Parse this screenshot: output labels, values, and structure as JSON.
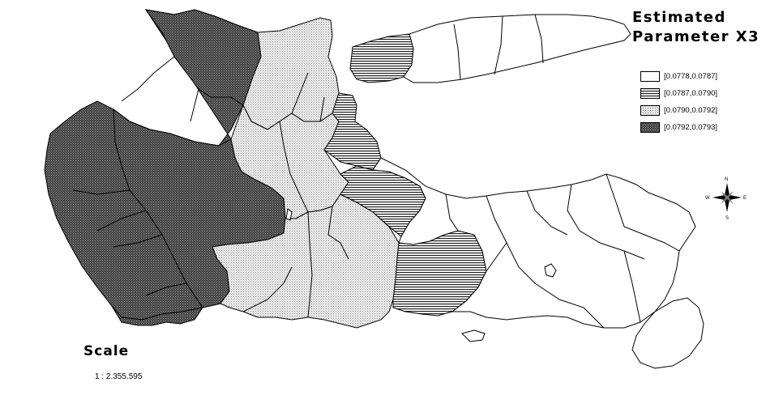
{
  "title": {
    "line1": "Estimated",
    "line2": "Parameter X3"
  },
  "legend": {
    "items": [
      {
        "label": "[0.0778,0.0787]",
        "pattern": "white"
      },
      {
        "label": "[0.0787,0.0790]",
        "pattern": "horizontal-stripes"
      },
      {
        "label": "[0.0790,0.0792]",
        "pattern": "light-dots"
      },
      {
        "label": "[0.0792,0.0793]",
        "pattern": "dark-crosshatch"
      }
    ]
  },
  "scale": {
    "title": "Scale",
    "ratio": "1 : 2.355.595"
  },
  "compass": {
    "n": "N",
    "s": "S",
    "e": "E",
    "w": "W",
    "icon": "compass-rose-icon"
  },
  "colors": {
    "outline": "#000000",
    "dark_fill": "#4a4a4a",
    "light_fill": "#e8e8e8"
  }
}
